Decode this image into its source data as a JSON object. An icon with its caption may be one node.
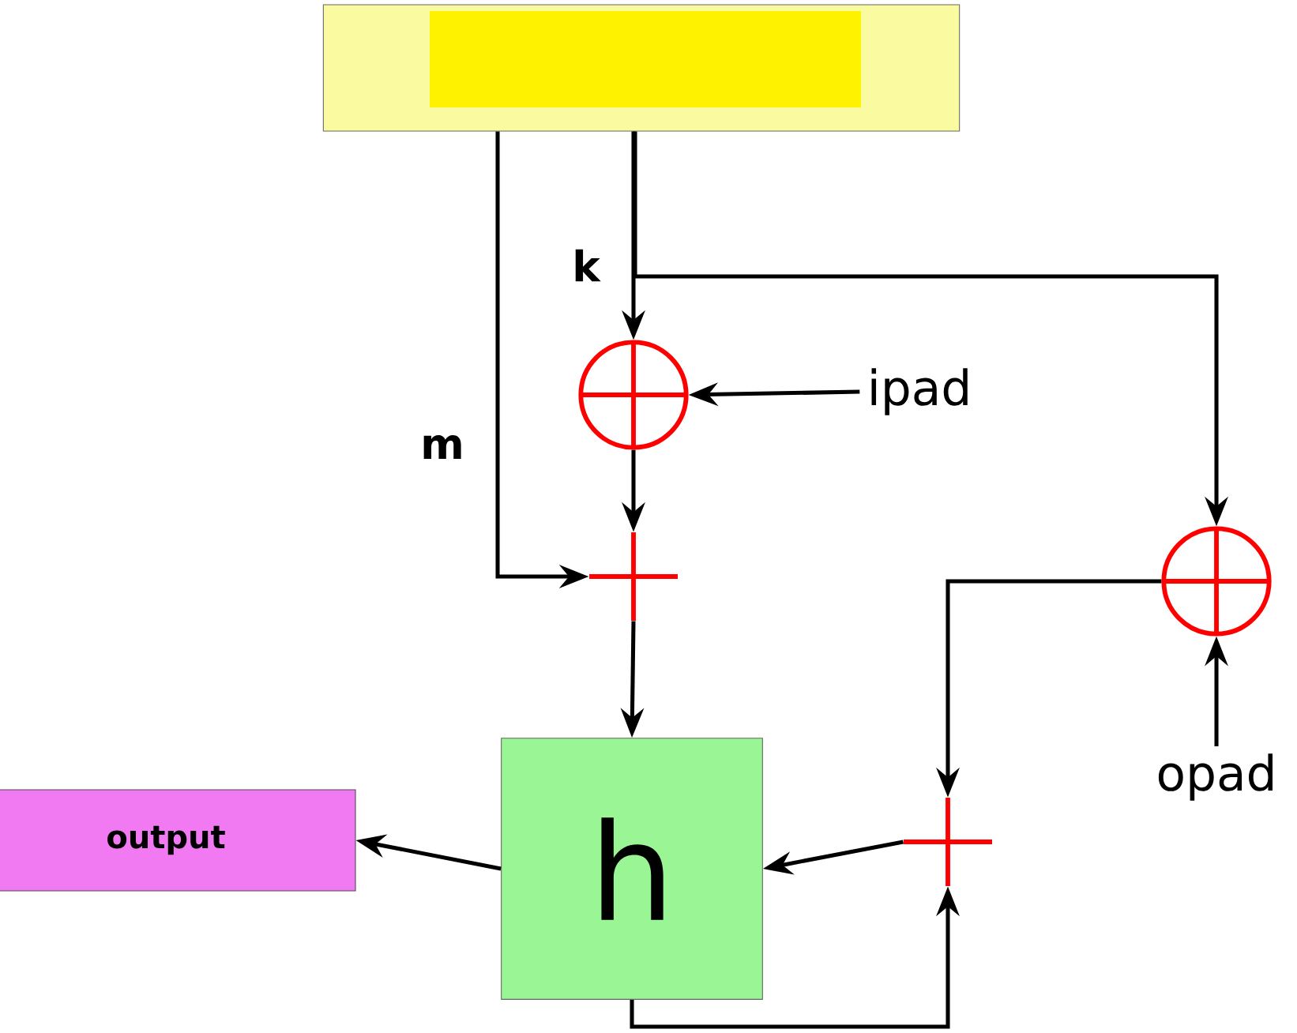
{
  "diagram": {
    "nodes": [
      {
        "text": [],
        "shape": "box"
      },
      {
        "text": [],
        "shape": "circle"
      },
      {
        "text": [
          "ipad"
        ]
      },
      {
        "text": [],
        "shape": "cross"
      },
      {
        "text": [
          "h"
        ]
      },
      {
        "text": [],
        "shape": "circle"
      },
      {
        "text": [
          "opad"
        ]
      },
      {
        "text": [],
        "shape": "cross"
      },
      {
        "text": [
          "output"
        ]
      }
    ],
    "edges": [
      {
        "from": 0,
        "to": 1,
        "arrow": "to",
        "label": "k"
      },
      {
        "from": 0,
        "to": 5,
        "arrow": "to"
      },
      {
        "from": 2,
        "to": 1,
        "arrow": "to"
      },
      {
        "from": 0,
        "to": 3,
        "arrow": "to",
        "label": "m"
      },
      {
        "from": 1,
        "to": 3,
        "arrow": "to"
      },
      {
        "from": 3,
        "to": 4,
        "arrow": "to"
      },
      {
        "from": 5,
        "to": 7,
        "arrow": "to"
      },
      {
        "from": 6,
        "to": 5,
        "arrow": "to"
      },
      {
        "from": 7,
        "to": 4,
        "arrow": "to"
      },
      {
        "from": 4,
        "to": 7,
        "arrow": "to"
      },
      {
        "from": 4,
        "to": 8,
        "arrow": "to"
      }
    ]
  }
}
